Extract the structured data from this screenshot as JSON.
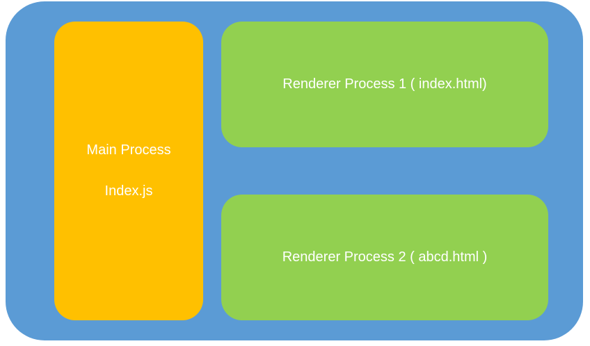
{
  "colors": {
    "container": "#5b9bd5",
    "main_process": "#ffc000",
    "renderer": "#92d050",
    "text": "#ffffff"
  },
  "main_process": {
    "title": "Main Process",
    "file": "Index.js"
  },
  "renderers": [
    {
      "label": "Renderer Process 1 ( index.html)"
    },
    {
      "label": "Renderer Process 2 ( abcd.html )"
    }
  ]
}
